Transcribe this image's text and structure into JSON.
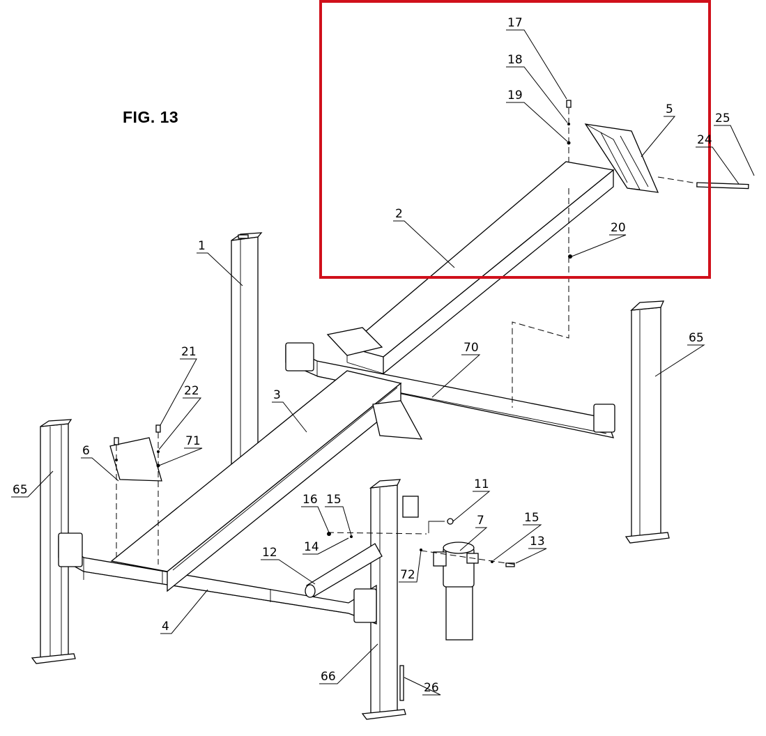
{
  "figure": {
    "title": "FIG. 13",
    "highlight_color": "#d0101b"
  },
  "callouts": [
    {
      "id": "c17",
      "label": "17"
    },
    {
      "id": "c18",
      "label": "18"
    },
    {
      "id": "c19",
      "label": "19"
    },
    {
      "id": "c5",
      "label": "5"
    },
    {
      "id": "c25",
      "label": "25"
    },
    {
      "id": "c24",
      "label": "24"
    },
    {
      "id": "c2",
      "label": "2"
    },
    {
      "id": "c20",
      "label": "20"
    },
    {
      "id": "c1",
      "label": "1"
    },
    {
      "id": "c70",
      "label": "70"
    },
    {
      "id": "c65r",
      "label": "65"
    },
    {
      "id": "c21",
      "label": "21"
    },
    {
      "id": "c22",
      "label": "22"
    },
    {
      "id": "c71",
      "label": "71"
    },
    {
      "id": "c3",
      "label": "3"
    },
    {
      "id": "c6",
      "label": "6"
    },
    {
      "id": "c65l",
      "label": "65"
    },
    {
      "id": "c11",
      "label": "11"
    },
    {
      "id": "c16",
      "label": "16"
    },
    {
      "id": "c15a",
      "label": "15"
    },
    {
      "id": "c7",
      "label": "7"
    },
    {
      "id": "c15b",
      "label": "15"
    },
    {
      "id": "c13",
      "label": "13"
    },
    {
      "id": "c14",
      "label": "14"
    },
    {
      "id": "c12",
      "label": "12"
    },
    {
      "id": "c72",
      "label": "72"
    },
    {
      "id": "c4",
      "label": "4"
    },
    {
      "id": "c66",
      "label": "66"
    },
    {
      "id": "c26",
      "label": "26"
    }
  ]
}
